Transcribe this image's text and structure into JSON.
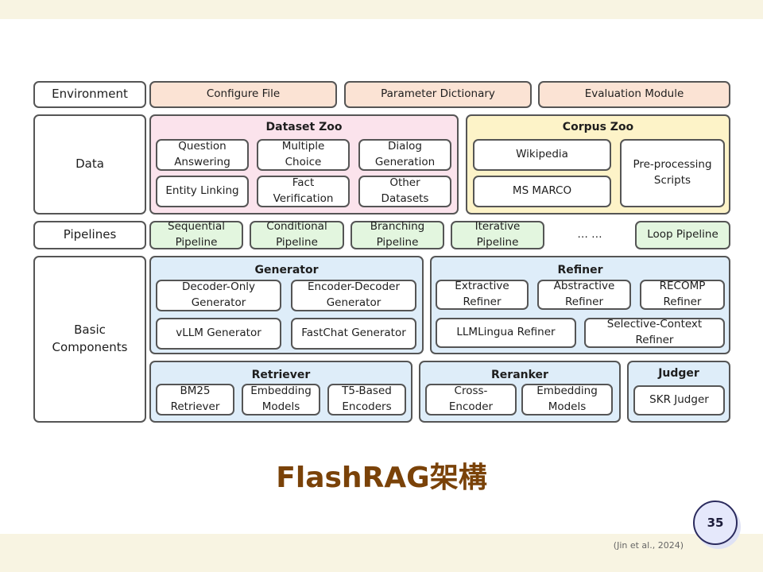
{
  "rows": {
    "environment": "Environment",
    "data": "Data",
    "pipelines": "Pipelines",
    "basic_components": "Basic\nComponents"
  },
  "environment": {
    "configure_file": "Configure File",
    "parameter_dictionary": "Parameter Dictionary",
    "evaluation_module": "Evaluation Module"
  },
  "dataset_zoo": {
    "title": "Dataset Zoo",
    "items": [
      "Question\nAnswering",
      "Multiple\nChoice",
      "Dialog\nGeneration",
      "Entity Linking",
      "Fact\nVerification",
      "Other\nDatasets"
    ]
  },
  "corpus_zoo": {
    "title": "Corpus Zoo",
    "items": [
      "Wikipedia",
      "MS MARCO",
      "Pre-processing\nScripts"
    ]
  },
  "pipelines": {
    "items": [
      "Sequential\nPipeline",
      "Conditional\nPipeline",
      "Branching\nPipeline",
      "Iterative\nPipeline",
      "… …",
      "Loop Pipeline"
    ]
  },
  "generator": {
    "title": "Generator",
    "items": [
      "Decoder-Only\nGenerator",
      "Encoder-Decoder\nGenerator",
      "vLLM Generator",
      "FastChat Generator"
    ]
  },
  "refiner": {
    "title": "Refiner",
    "items": [
      "Extractive\nRefiner",
      "Abstractive\nRefiner",
      "RECOMP\nRefiner",
      "LLMLingua Refiner",
      "Selective-Context\nRefiner"
    ]
  },
  "retriever": {
    "title": "Retriever",
    "items": [
      "BM25\nRetriever",
      "Embedding\nModels",
      "T5-Based\nEncoders"
    ]
  },
  "reranker": {
    "title": "Reranker",
    "items": [
      "Cross-\nEncoder",
      "Embedding\nModels"
    ]
  },
  "judger": {
    "title": "Judger",
    "items": [
      "SKR Judger"
    ]
  },
  "slide": {
    "title": "FlashRAG架構",
    "page_number": "35",
    "citation": "(Jin et al., 2024)"
  }
}
